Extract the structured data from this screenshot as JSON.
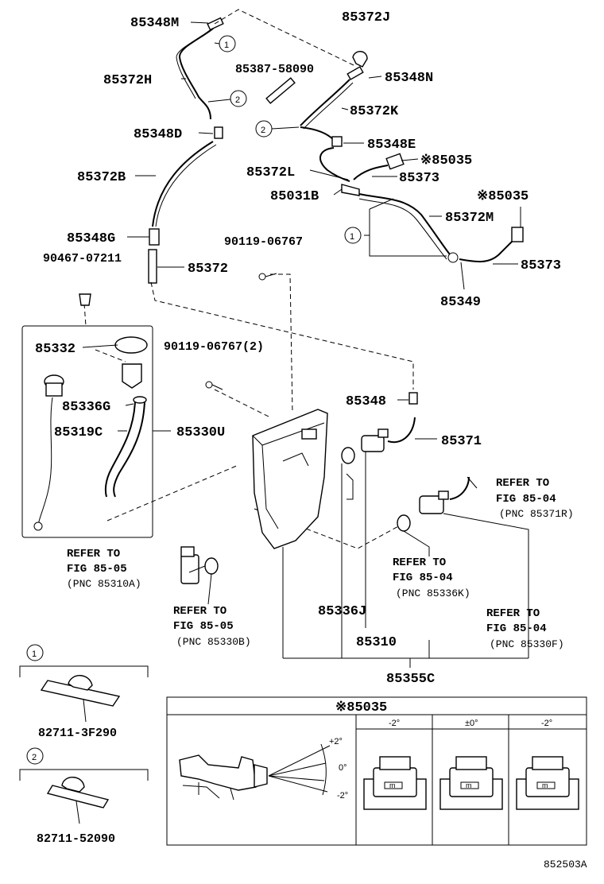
{
  "labels": {
    "p85348M": "85348M",
    "p85372H": "85372H",
    "p85387": "85387-58090",
    "p85348D": "85348D",
    "p85372B": "85372B",
    "p85348G": "85348G",
    "p85372": "85372",
    "p90467": "90467-07211",
    "p90119a": "90119-06767",
    "p85332": "85332",
    "p85336G": "85336G",
    "p85319C": "85319C",
    "p85330U": "85330U",
    "p90119b": "90119-06767(2)",
    "p85348": "85348",
    "p85371": "85371",
    "p85372J": "85372J",
    "p85348N": "85348N",
    "p85372K": "85372K",
    "p85348E": "85348E",
    "p85035a": "※85035",
    "p85372L": "85372L",
    "p85373a": "85373",
    "p85031B": "85031B",
    "p85035b": "※85035",
    "p85372M": "85372M",
    "p85373b": "85373",
    "p85349": "85349",
    "p85336J": "85336J",
    "p85310": "85310",
    "p85355C": "85355C",
    "p827a": "82711-3F290",
    "p827b": "82711-52090",
    "diagram_id": "852503A"
  },
  "refs": {
    "r1_l1": "REFER TO",
    "r1_l2": "FIG 85-05",
    "r1_l3": "(PNC 85310A)",
    "r2_l1": "REFER TO",
    "r2_l2": "FIG 85-05",
    "r2_l3": "(PNC 85330B)",
    "r3_l1": "REFER TO",
    "r3_l2": "FIG 85-04",
    "r3_l3": "(PNC 85336K)",
    "r4_l1": "REFER TO",
    "r4_l2": "FIG 85-04",
    "r4_l3": "(PNC 85330F)",
    "r5_l1": "REFER TO",
    "r5_l2": "FIG 85-04",
    "r5_l3": "(PNC 85371R)"
  },
  "callouts": {
    "one": "1",
    "two": "2"
  },
  "detail_box": {
    "title": "※85035",
    "col1": "-2°",
    "col2": "±0°",
    "col3": "-2°",
    "angle_top": "+2°",
    "angle_mid": "0°",
    "angle_bot": "-2°"
  },
  "icons": [
    "washer-tank",
    "washer-pump",
    "nozzle",
    "hose",
    "clip",
    "grommet",
    "bolt",
    "cap"
  ]
}
